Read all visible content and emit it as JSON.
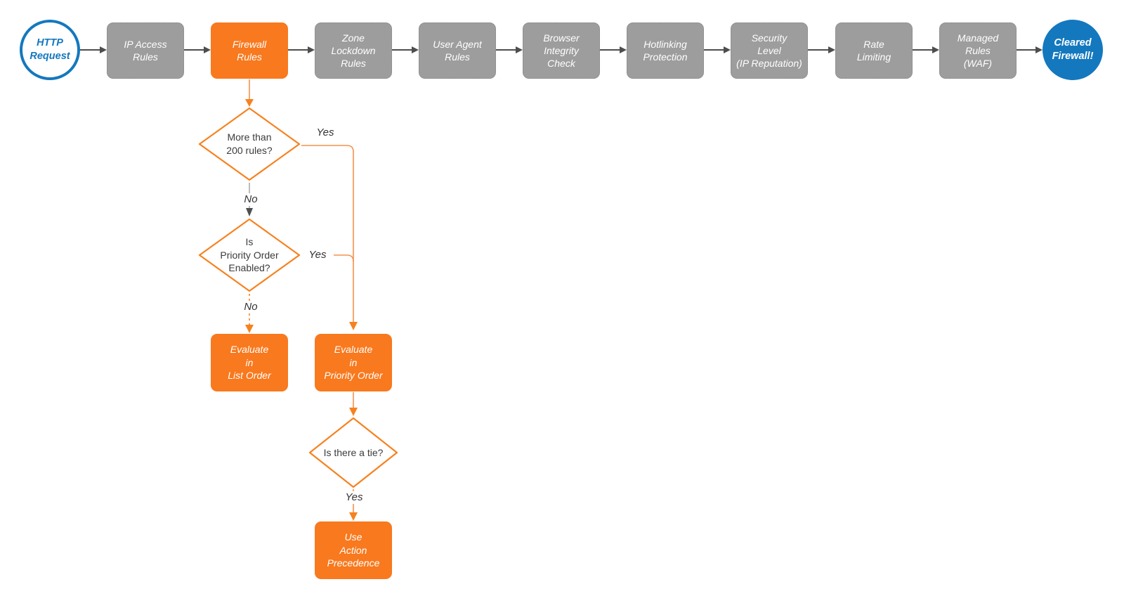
{
  "colors": {
    "node_orange": "#F8791E",
    "node_gray": "#9D9D9D",
    "node_blue": "#1478BE",
    "connector_dark": "#4D4D4D",
    "connector_orange": "#F6821F"
  },
  "flow": {
    "start": {
      "label": "HTTP\nRequest"
    },
    "pipeline": [
      {
        "label": "IP Access\nRules"
      },
      {
        "label": "Firewall\nRules",
        "highlighted": true
      },
      {
        "label": "Zone\nLockdown\nRules"
      },
      {
        "label": "User Agent\nRules"
      },
      {
        "label": "Browser\nIntegrity\nCheck"
      },
      {
        "label": "Hotlinking\nProtection"
      },
      {
        "label": "Security\nLevel\n(IP Reputation)"
      },
      {
        "label": "Rate\nLimiting"
      },
      {
        "label": "Managed\nRules\n(WAF)"
      }
    ],
    "end": {
      "label": "Cleared\nFirewall!"
    },
    "decisions": [
      {
        "label": "More than\n200 rules?"
      },
      {
        "label": "Is\nPriority Order\nEnabled?"
      },
      {
        "label": "Is there a tie?"
      }
    ],
    "actions": [
      {
        "label": "Evaluate\nin\nList Order"
      },
      {
        "label": "Evaluate\nin\nPriority Order"
      },
      {
        "label": "Use\nAction\nPrecedence"
      }
    ],
    "edge_labels": {
      "rules_yes": "Yes",
      "rules_no": "No",
      "priority_yes": "Yes",
      "priority_no": "No",
      "tie_yes": "Yes"
    }
  }
}
